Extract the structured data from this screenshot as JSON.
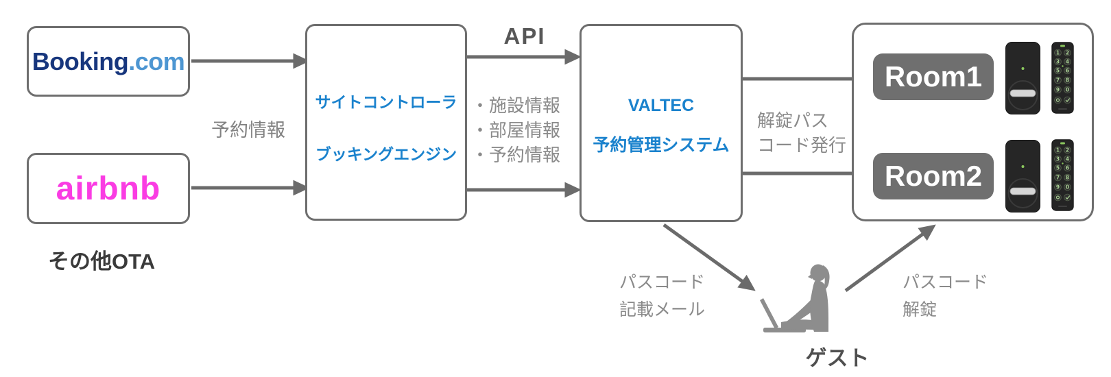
{
  "colors": {
    "accent_blue": "#1a82cd",
    "border_gray": "#6e6e6e",
    "arrow_gray": "#6b6b6b",
    "label_gray": "#8a8a8a",
    "booking_navy": "#17367d",
    "booking_lightblue": "#4d96d2",
    "airbnb_pink": "#fa3ce3",
    "room_badge_gray": "#6f6f6f",
    "device_green": "#8bc75e",
    "person_gray": "#8d8d8d"
  },
  "ota": {
    "booking_brand": "Booking",
    "booking_suffix": ".com",
    "airbnb_brand": "airbnb",
    "other_ota_label": "その他OTA"
  },
  "flow_labels": {
    "reservation_info": "予約情報",
    "api": "API",
    "api_items": [
      "・施設情報",
      "・部屋情報",
      "・予約情報"
    ],
    "unlock_passcode_issue": [
      "解錠パス",
      "コード発行"
    ],
    "passcode_mail": [
      "パスコード",
      "記載メール"
    ],
    "passcode_unlock": [
      "パスコード",
      "解錠"
    ],
    "guest": "ゲスト"
  },
  "site_controller": {
    "title_line1": "サイトコントローラ",
    "title_line2": "ブッキングエンジン"
  },
  "pms": {
    "vendor": "VALTEC",
    "system": "予約管理システム"
  },
  "rooms": [
    {
      "label": "Room1"
    },
    {
      "label": "Room2"
    }
  ],
  "keypad": {
    "digits": [
      "1",
      "2",
      "3",
      "4",
      "5",
      "6",
      "7",
      "8",
      "9",
      "0"
    ]
  }
}
